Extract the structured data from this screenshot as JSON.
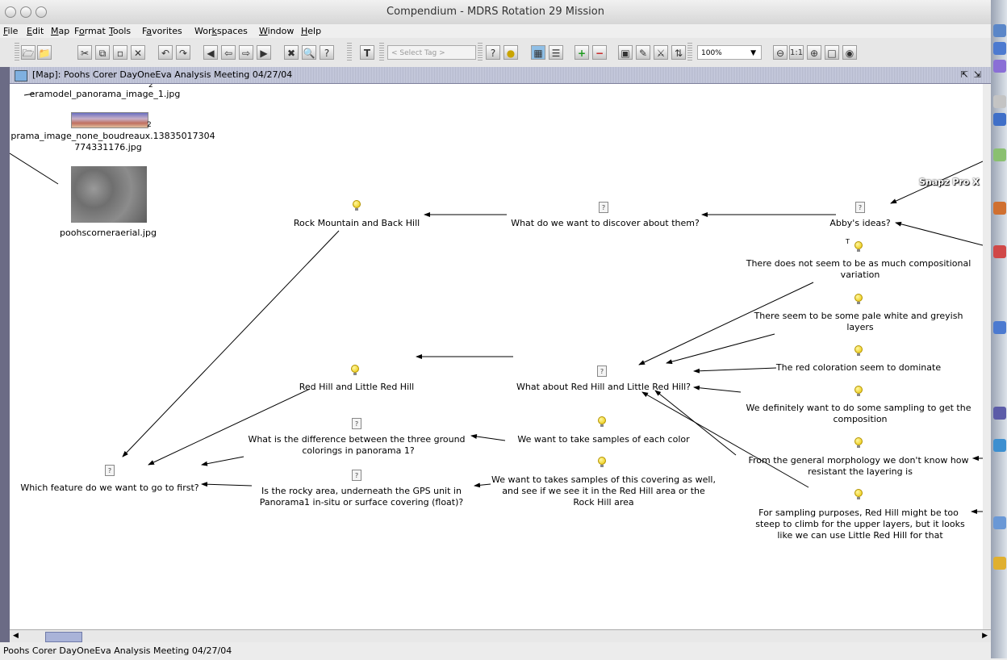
{
  "window": {
    "title": "Compendium - MDRS Rotation 29 Mission"
  },
  "menu": [
    {
      "pre": "",
      "ul": "F",
      "post": "ile"
    },
    {
      "pre": "",
      "ul": "E",
      "post": "dit"
    },
    {
      "pre": "",
      "ul": "M",
      "post": "ap"
    },
    {
      "pre": "F",
      "ul": "o",
      "post": "rmat"
    },
    {
      "pre": "",
      "ul": "T",
      "post": "ools"
    },
    {
      "pre": "F",
      "ul": "a",
      "post": "vorites"
    },
    {
      "pre": "Wor",
      "ul": "k",
      "post": "spaces"
    },
    {
      "pre": "",
      "ul": "W",
      "post": "indow"
    },
    {
      "pre": "",
      "ul": "H",
      "post": "elp"
    }
  ],
  "toolbar": {
    "select_tag": "< Select Tag >",
    "zoom": "100%",
    "text_tool": "T",
    "zoom_one": "1:1"
  },
  "map_frame": {
    "title": "[Map]: Poohs Corer DayOneEva Analysis Meeting 04/27/04"
  },
  "status": {
    "text": "Poohs Corer DayOneEva Analysis Meeting 04/27/04"
  },
  "overlay": {
    "snapz": "Snapz Pro X"
  },
  "nodes": {
    "img1_label": "eramodel_panorama_image_1.jpg",
    "img1_count": "2",
    "img2_line1": "prama_image_none_boudreaux.13835017304",
    "img2_line2": "774331176.jpg",
    "img2_count": "2",
    "img3_label": "poohscorneraerial.jpg",
    "rock_mountain": "Rock Mountain and Back Hill",
    "discover": "What do we want to discover about them?",
    "abby": "Abby's ideas?",
    "compositional_1": "There does not seem to be as much compositional",
    "compositional_2": "variation",
    "compositional_tag": "T",
    "pale_1": "There seem to be some pale white and greyish",
    "pale_2": "layers",
    "red_dominate": "The red coloration seem to dominate",
    "sampling_1": "We definitely want to do some sampling to get the",
    "sampling_2": "composition",
    "morphology_1": "From the general morphology we don't know how",
    "morphology_2": "resistant the layering is",
    "steep_1": "For sampling purposes, Red Hill might be too",
    "steep_2": "steep to climb for the upper layers, but it looks",
    "steep_3": "like we can use Little Red Hill for that",
    "red_hill": "Red Hill and Little Red Hill",
    "what_about": "What about Red Hill and Little Red Hill?",
    "difference_1": "What is the difference between the three ground",
    "difference_2": "colorings in panorama 1?",
    "samples_color": "We want to take samples of each color",
    "covering_1": "We want to takes samples of this covering as well,",
    "covering_2": "and see if we see it in the Red Hill area or the",
    "covering_3": "Rock Hill area",
    "rocky_1": "Is the rocky area, underneath the GPS unit in",
    "rocky_2": "Panorama1 in-situ or surface covering (float)?",
    "which_feature": "Which feature do we want to go to first?"
  },
  "colors": {
    "map_title_bg": "#c0c4d8",
    "left_bar": "#6b6b85",
    "idea_bulb": "#e9c400",
    "link": "#000000"
  }
}
